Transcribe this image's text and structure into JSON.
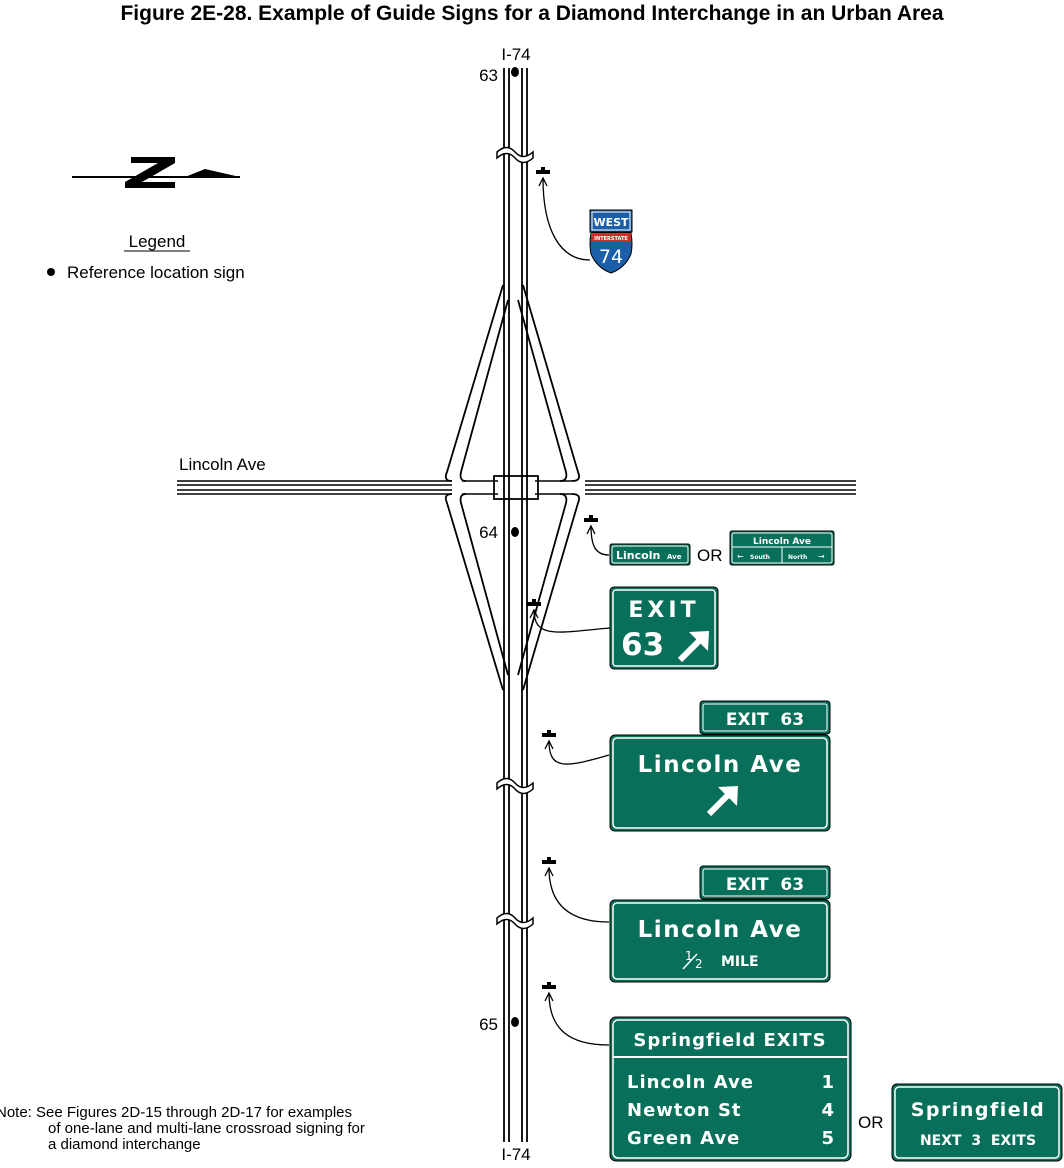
{
  "title": "Figure 2E-28.  Example of Guide Signs for a Diamond Interchange in an Urban Area",
  "legend": {
    "heading": "Legend",
    "item": "Reference location sign"
  },
  "road_labels": {
    "top": "I-74",
    "bottom": "I-74",
    "cross": "Lincoln Ave"
  },
  "mileposts": [
    "63",
    "64",
    "65"
  ],
  "or_label": "OR",
  "shield": {
    "cardinal": "WEST",
    "band": "INTERSTATE",
    "number": "74"
  },
  "signs": {
    "street_name": "Lincoln",
    "street_suffix": "Ave",
    "alt_header": "Lincoln  Ave",
    "alt_left": "South",
    "alt_right": "North",
    "exit_gore": {
      "word": "EXIT",
      "number": "63"
    },
    "exit_tab": "EXIT  63",
    "advance_1": {
      "name": "Lincoln Ave"
    },
    "advance_2": {
      "name": "Lincoln Ave",
      "fraction_num": "1",
      "fraction_den": "2",
      "unit": "MILE"
    },
    "community": {
      "header": "Springfield EXITS",
      "rows": [
        {
          "name": "Lincoln Ave",
          "dist": "1"
        },
        {
          "name": "Newton St",
          "dist": "4"
        },
        {
          "name": "Green Ave",
          "dist": "5"
        }
      ]
    },
    "springfield_alt": {
      "name": "Springfield",
      "line2": "NEXT  3  EXITS"
    }
  },
  "note": {
    "line1": "Note:  See Figures 2D-15 through 2D-17 for examples",
    "line2": "of one-lane and multi-lane crossroad signing for",
    "line3": "a diamond interchange"
  },
  "colors": {
    "guide_green": "#08705A",
    "shield_blue": "#1B5FA8",
    "shield_red": "#C8322A"
  }
}
